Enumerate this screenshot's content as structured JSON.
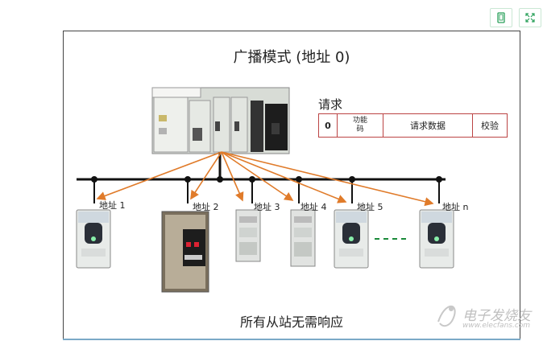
{
  "toolbar": {
    "items": [
      {
        "icon": "tablet-icon"
      },
      {
        "icon": "expand-icon"
      }
    ]
  },
  "slide": {
    "title": "广播模式 (地址 0)",
    "request_label": "请求",
    "request_frame": [
      "0",
      "功能\n码",
      "请求数据",
      "校验"
    ],
    "addresses": [
      "地址 1",
      "地址 2",
      "地址 3",
      "地址 4",
      "地址 5",
      "地址 n"
    ],
    "caption": "所有从站无需响应"
  },
  "watermark": {
    "text": "电子发烧友",
    "url": "www.elecfans.com"
  },
  "colors": {
    "arrow": "#e07b2a",
    "frame_border": "#b44444",
    "bus": "#111111",
    "dashed": "#1a8a3a"
  }
}
